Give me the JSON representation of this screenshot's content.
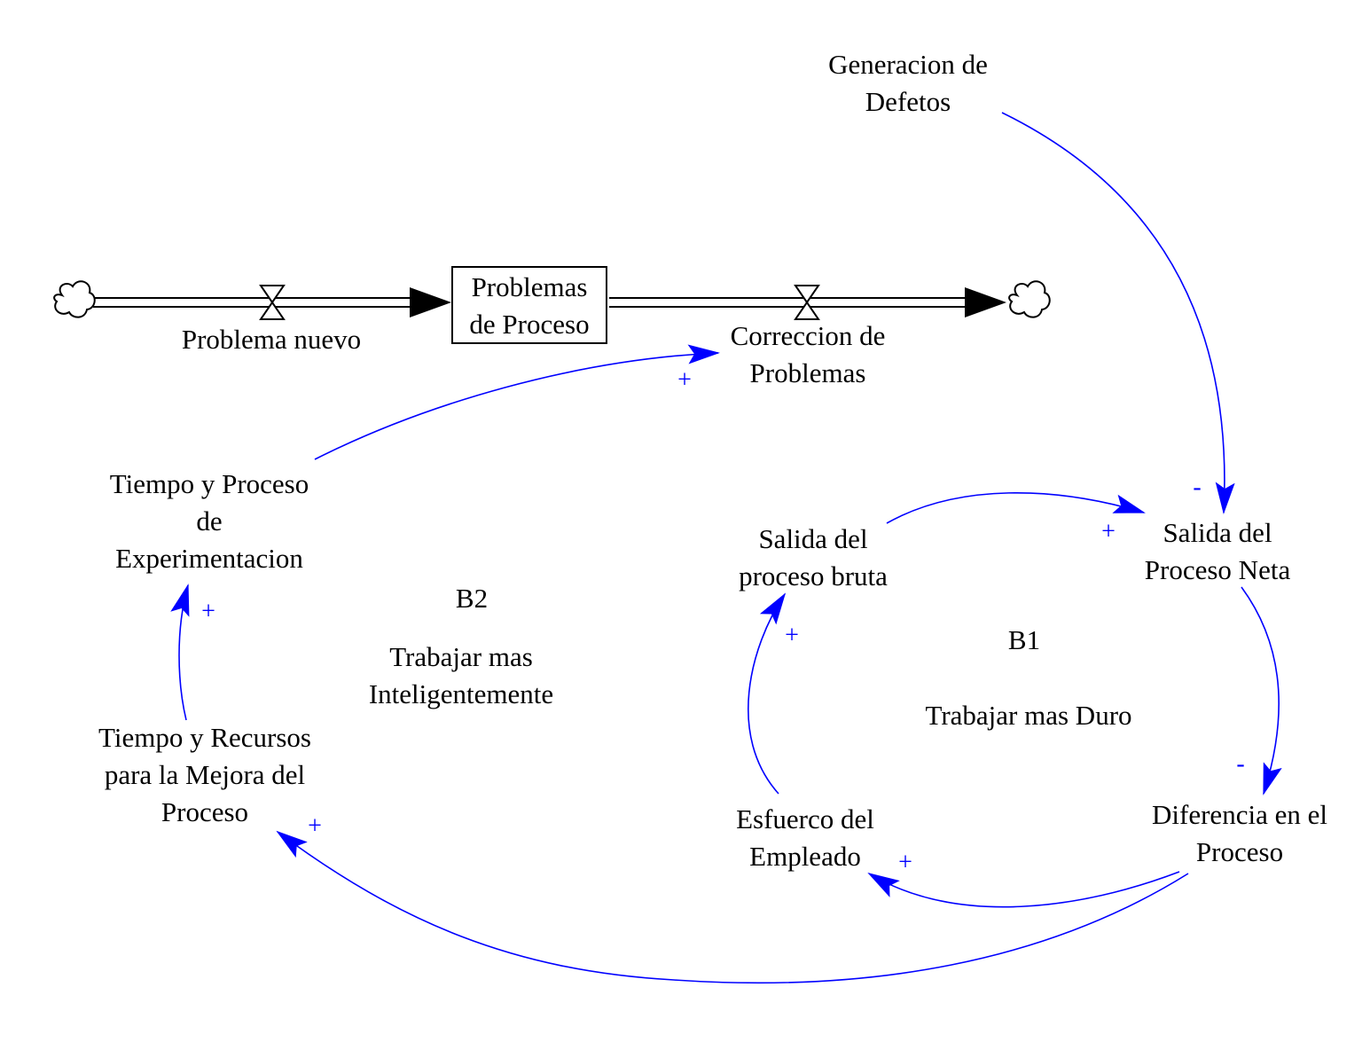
{
  "diagram": {
    "stock": {
      "label": "Problemas\nde Proceso"
    },
    "flows": {
      "inflow": {
        "label": "Problema nuevo"
      },
      "outflow": {
        "label": "Correccion de\nProblemas"
      }
    },
    "variables": {
      "generacion_defetos": "Generacion de\nDefetos",
      "salida_neta": "Salida del\nProceso Neta",
      "salida_bruta": "Salida del\nproceso bruta",
      "diferencia": "Diferencia en el\nProceso",
      "esfuerzo": "Esfuerco del\nEmpleado",
      "tiempo_experimentacion": "Tiempo y Proceso\nde\nExperimentacion",
      "tiempo_recursos": "Tiempo y Recursos\npara la Mejora del\nProceso"
    },
    "loops": {
      "b1": {
        "id": "B1",
        "name": "Trabajar mas Duro"
      },
      "b2": {
        "id": "B2",
        "name": "Trabajar mas\nInteligentemente"
      }
    },
    "polarities": {
      "generacion_to_salida_neta": "-",
      "bruta_to_neta": "+",
      "neta_to_diferencia": "-",
      "diferencia_to_esfuerzo": "+",
      "esfuerzo_to_bruta": "+",
      "diferencia_to_recursos": "+",
      "recursos_to_experimentacion": "+",
      "experimentacion_to_correccion": "+"
    },
    "colors": {
      "link": "#0000ff",
      "text": "#000000",
      "pipe": "#000000"
    },
    "icons": {
      "source": "cloud-icon",
      "sink": "cloud-icon",
      "valve": "valve-icon"
    }
  }
}
